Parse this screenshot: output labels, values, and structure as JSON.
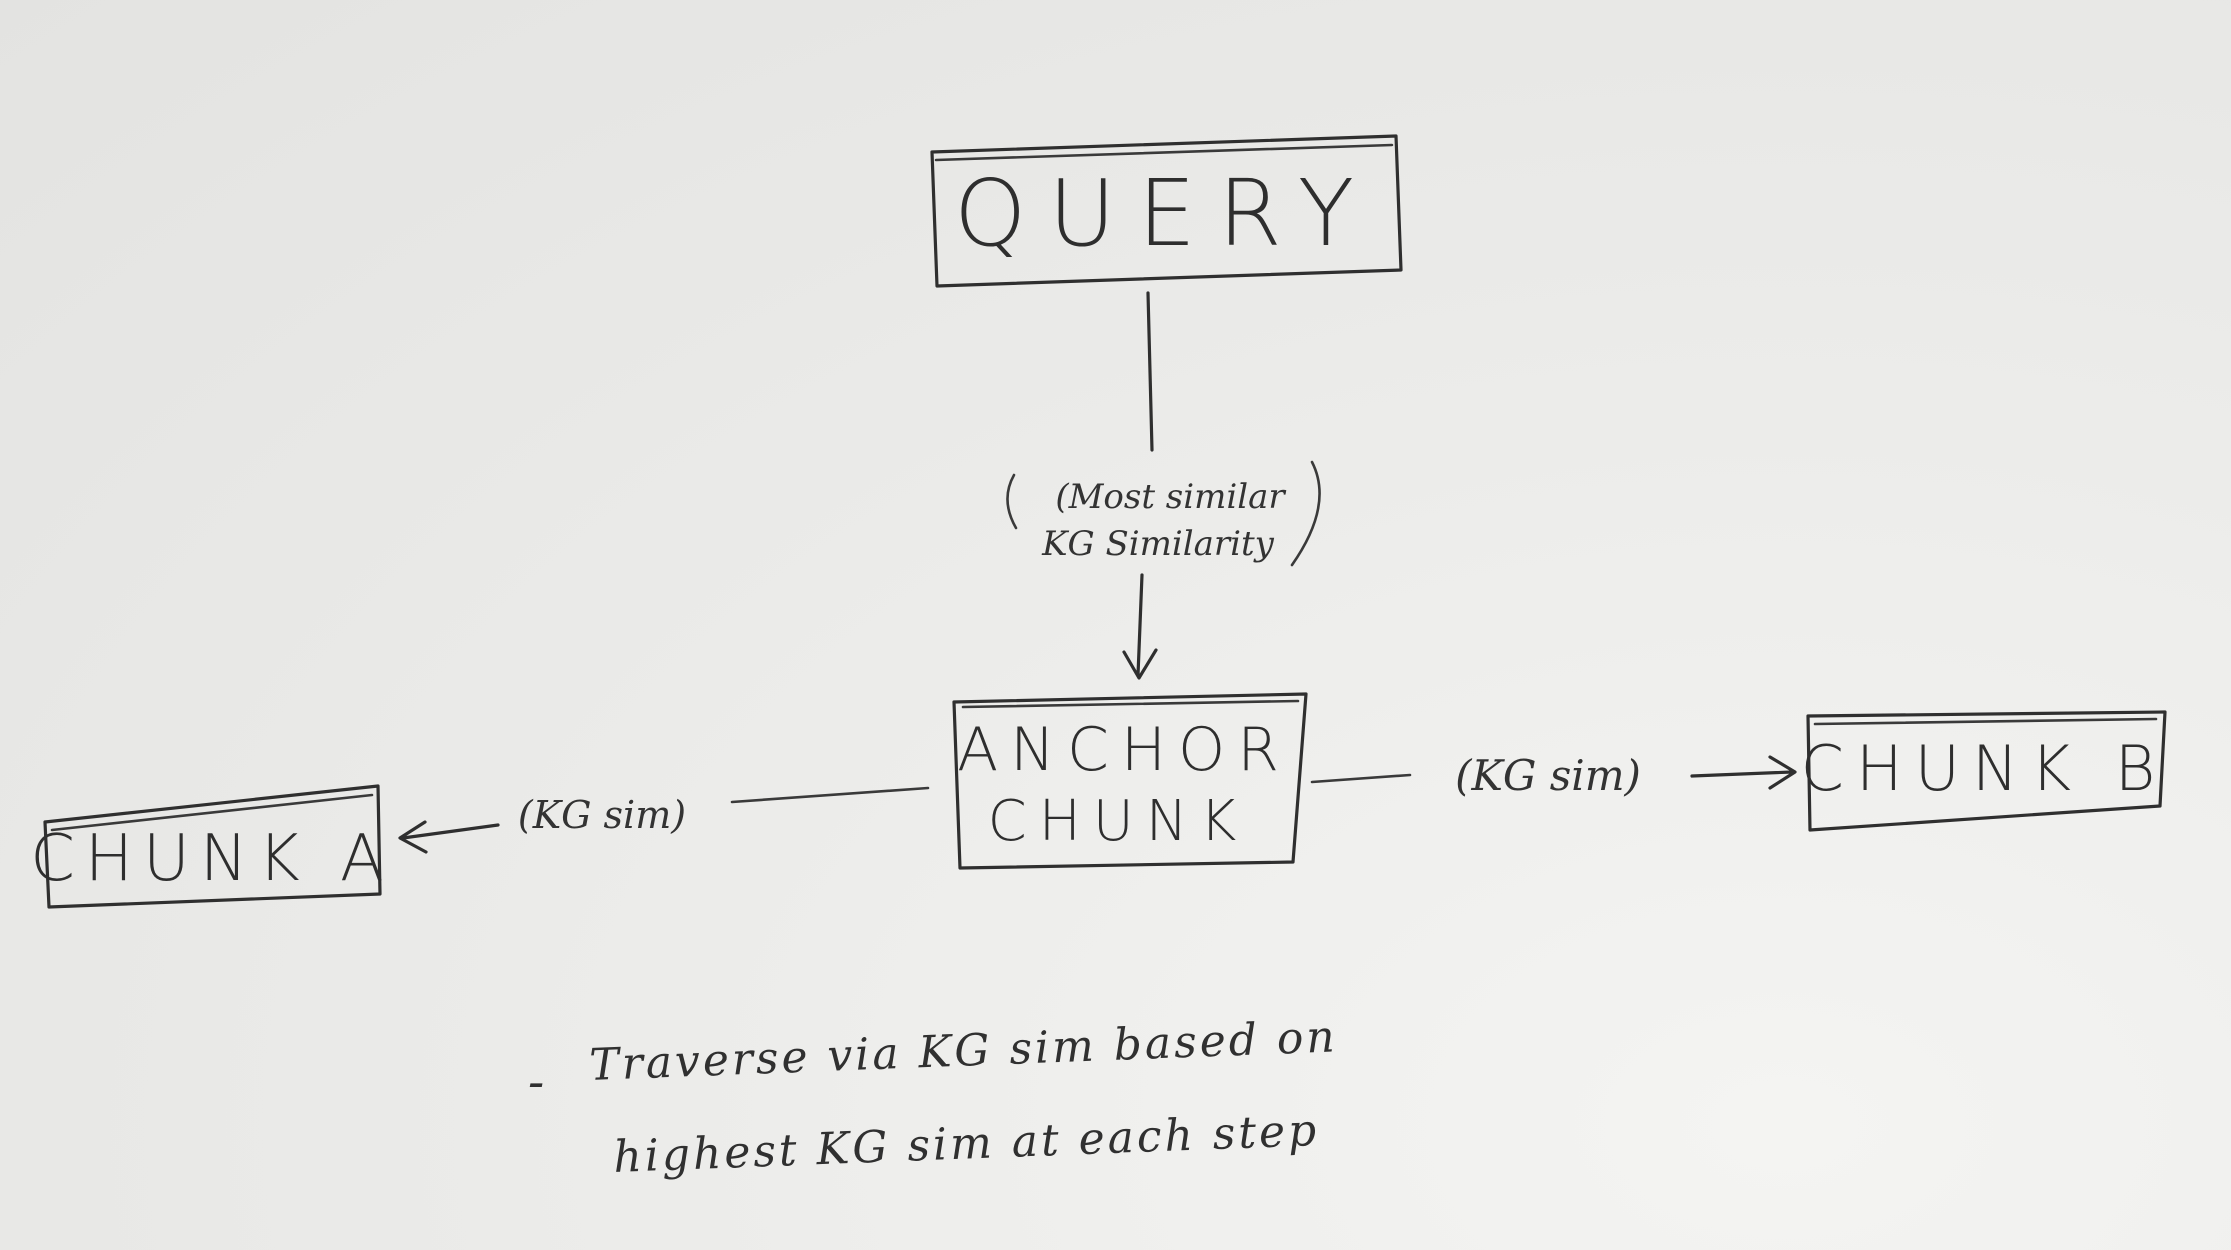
{
  "nodes": {
    "query": "QUERY",
    "anchor_line1": "ANCHOR",
    "anchor_line2": "CHUNK",
    "chunk_a": "CHUNK A",
    "chunk_b": "CHUNK B"
  },
  "edges": {
    "query_to_anchor_line1": "(Most similar",
    "query_to_anchor_line2": "KG Similarity",
    "anchor_to_a": "(KG sim)",
    "anchor_to_b": "(KG sim)"
  },
  "note": {
    "bullet": "-",
    "line1": "Traverse via KG sim based on",
    "line2": "highest KG sim   at each step"
  },
  "colors": {
    "ink": "#2f2f2f",
    "paper": "#ececea"
  }
}
